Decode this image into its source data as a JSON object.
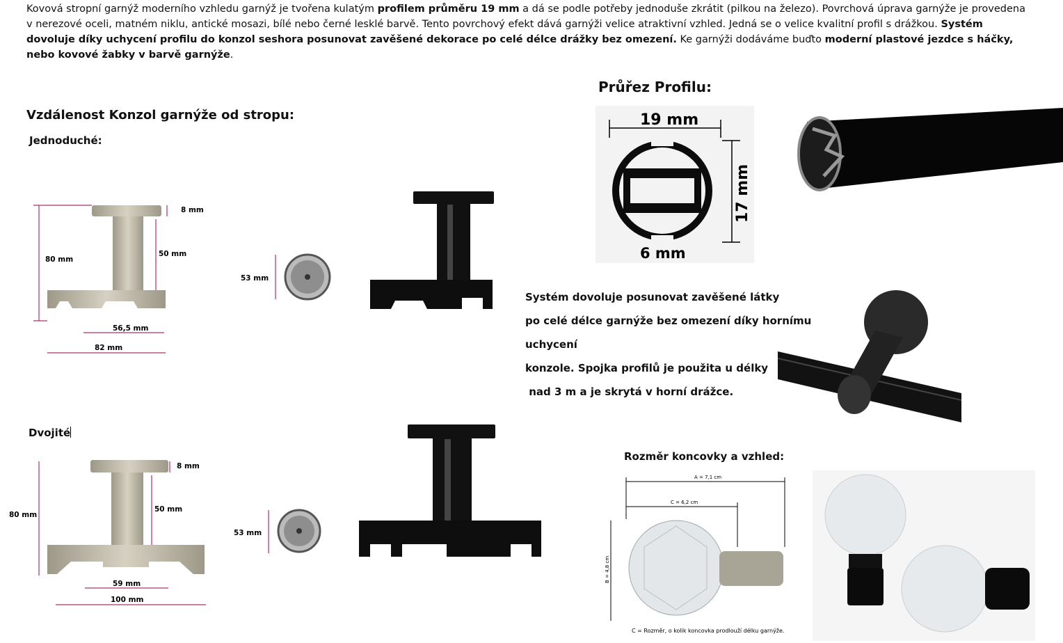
{
  "intro": {
    "p1": "Kovová stropní garnýž moderního vzhledu garnýž je tvořena kulatým ",
    "b1": "profilem průměru 19 mm",
    "p2": " a dá se podle potřeby jednoduše zkrátit (pilkou na železo). Povrchová úprava garnýže je provedena v nerezové oceli, matném niklu, antické mosazi, bílé nebo černé lesklé barvě. Tento povrchový efekt dává garnýži velice atraktivní vzhled. Jedná se o velice kvalitní profil s drážkou. ",
    "b2": "Systém dovoluje díky uchycení profilu do konzol seshora posunovat zavěšené dekorace po celé délce drážky bez omezení.",
    "p3": " Ke garnýži dodáváme buďto ",
    "b3": "moderní plastové jezdce s háčky, nebo kovové žabky v barvě garnýže",
    "p4": "."
  },
  "left": {
    "heading": "Vzdálenost Konzol garnýže od stropu:",
    "single_label": "Jednoduché:",
    "double_label": "Dvojité",
    "single_dims": {
      "top": "8 mm",
      "height": "80 mm",
      "stem": "50 mm",
      "inner": "56,5 mm",
      "outer": "82 mm",
      "plate": "53 mm"
    },
    "double_dims": {
      "top": "8 mm",
      "height": "80 mm",
      "stem": "50 mm",
      "inner": "59 mm",
      "outer": "100 mm",
      "plate": "53 mm"
    }
  },
  "right": {
    "profile_heading": "Průřez Profilu:",
    "profile_width": "19 mm",
    "profile_height": "17 mm",
    "profile_slot": "6 mm",
    "desc_lines": [
      "Systém dovoluje posunovat zavěšené látky",
      "po celé délce garnýže bez omezení díky hornímu uchycení",
      "konzole. Spojka profilů je použita u délky",
      " nad 3 m a je skrytá v horní drážce."
    ],
    "finial_heading": "Rozměr koncovky a vzhled:",
    "finial_a": "A = 7,1 cm",
    "finial_c": "C = 6,2 cm",
    "finial_b": "B = 4,8 cm",
    "finial_note": "C = Rozměr, o kolik koncovka prodlouží délku garnýže."
  },
  "colors": {
    "nickel": "#bdb7a6",
    "black": "#0c0c0c",
    "dim": "#b0306a"
  }
}
